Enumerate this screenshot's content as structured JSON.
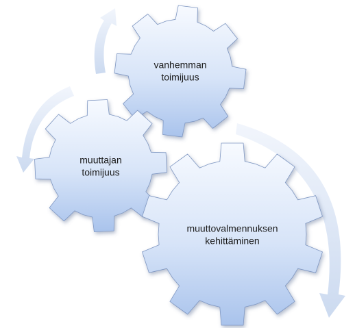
{
  "gears": [
    {
      "id": "vanhemman",
      "lines": [
        "vanhemman",
        "toimijuus"
      ]
    },
    {
      "id": "muuttajan",
      "lines": [
        "muuttajan",
        "toimijuus"
      ]
    },
    {
      "id": "muuttovalmennus",
      "lines": [
        "muuttovalmennuksen",
        "kehittäminen"
      ]
    }
  ],
  "colors": {
    "gear_top": "#f7faff",
    "gear_bottom": "#a9c3ec",
    "gear_stroke": "#7f97c2",
    "arrow_light": "#eef3fb",
    "arrow_dark": "#c9d8ef"
  }
}
